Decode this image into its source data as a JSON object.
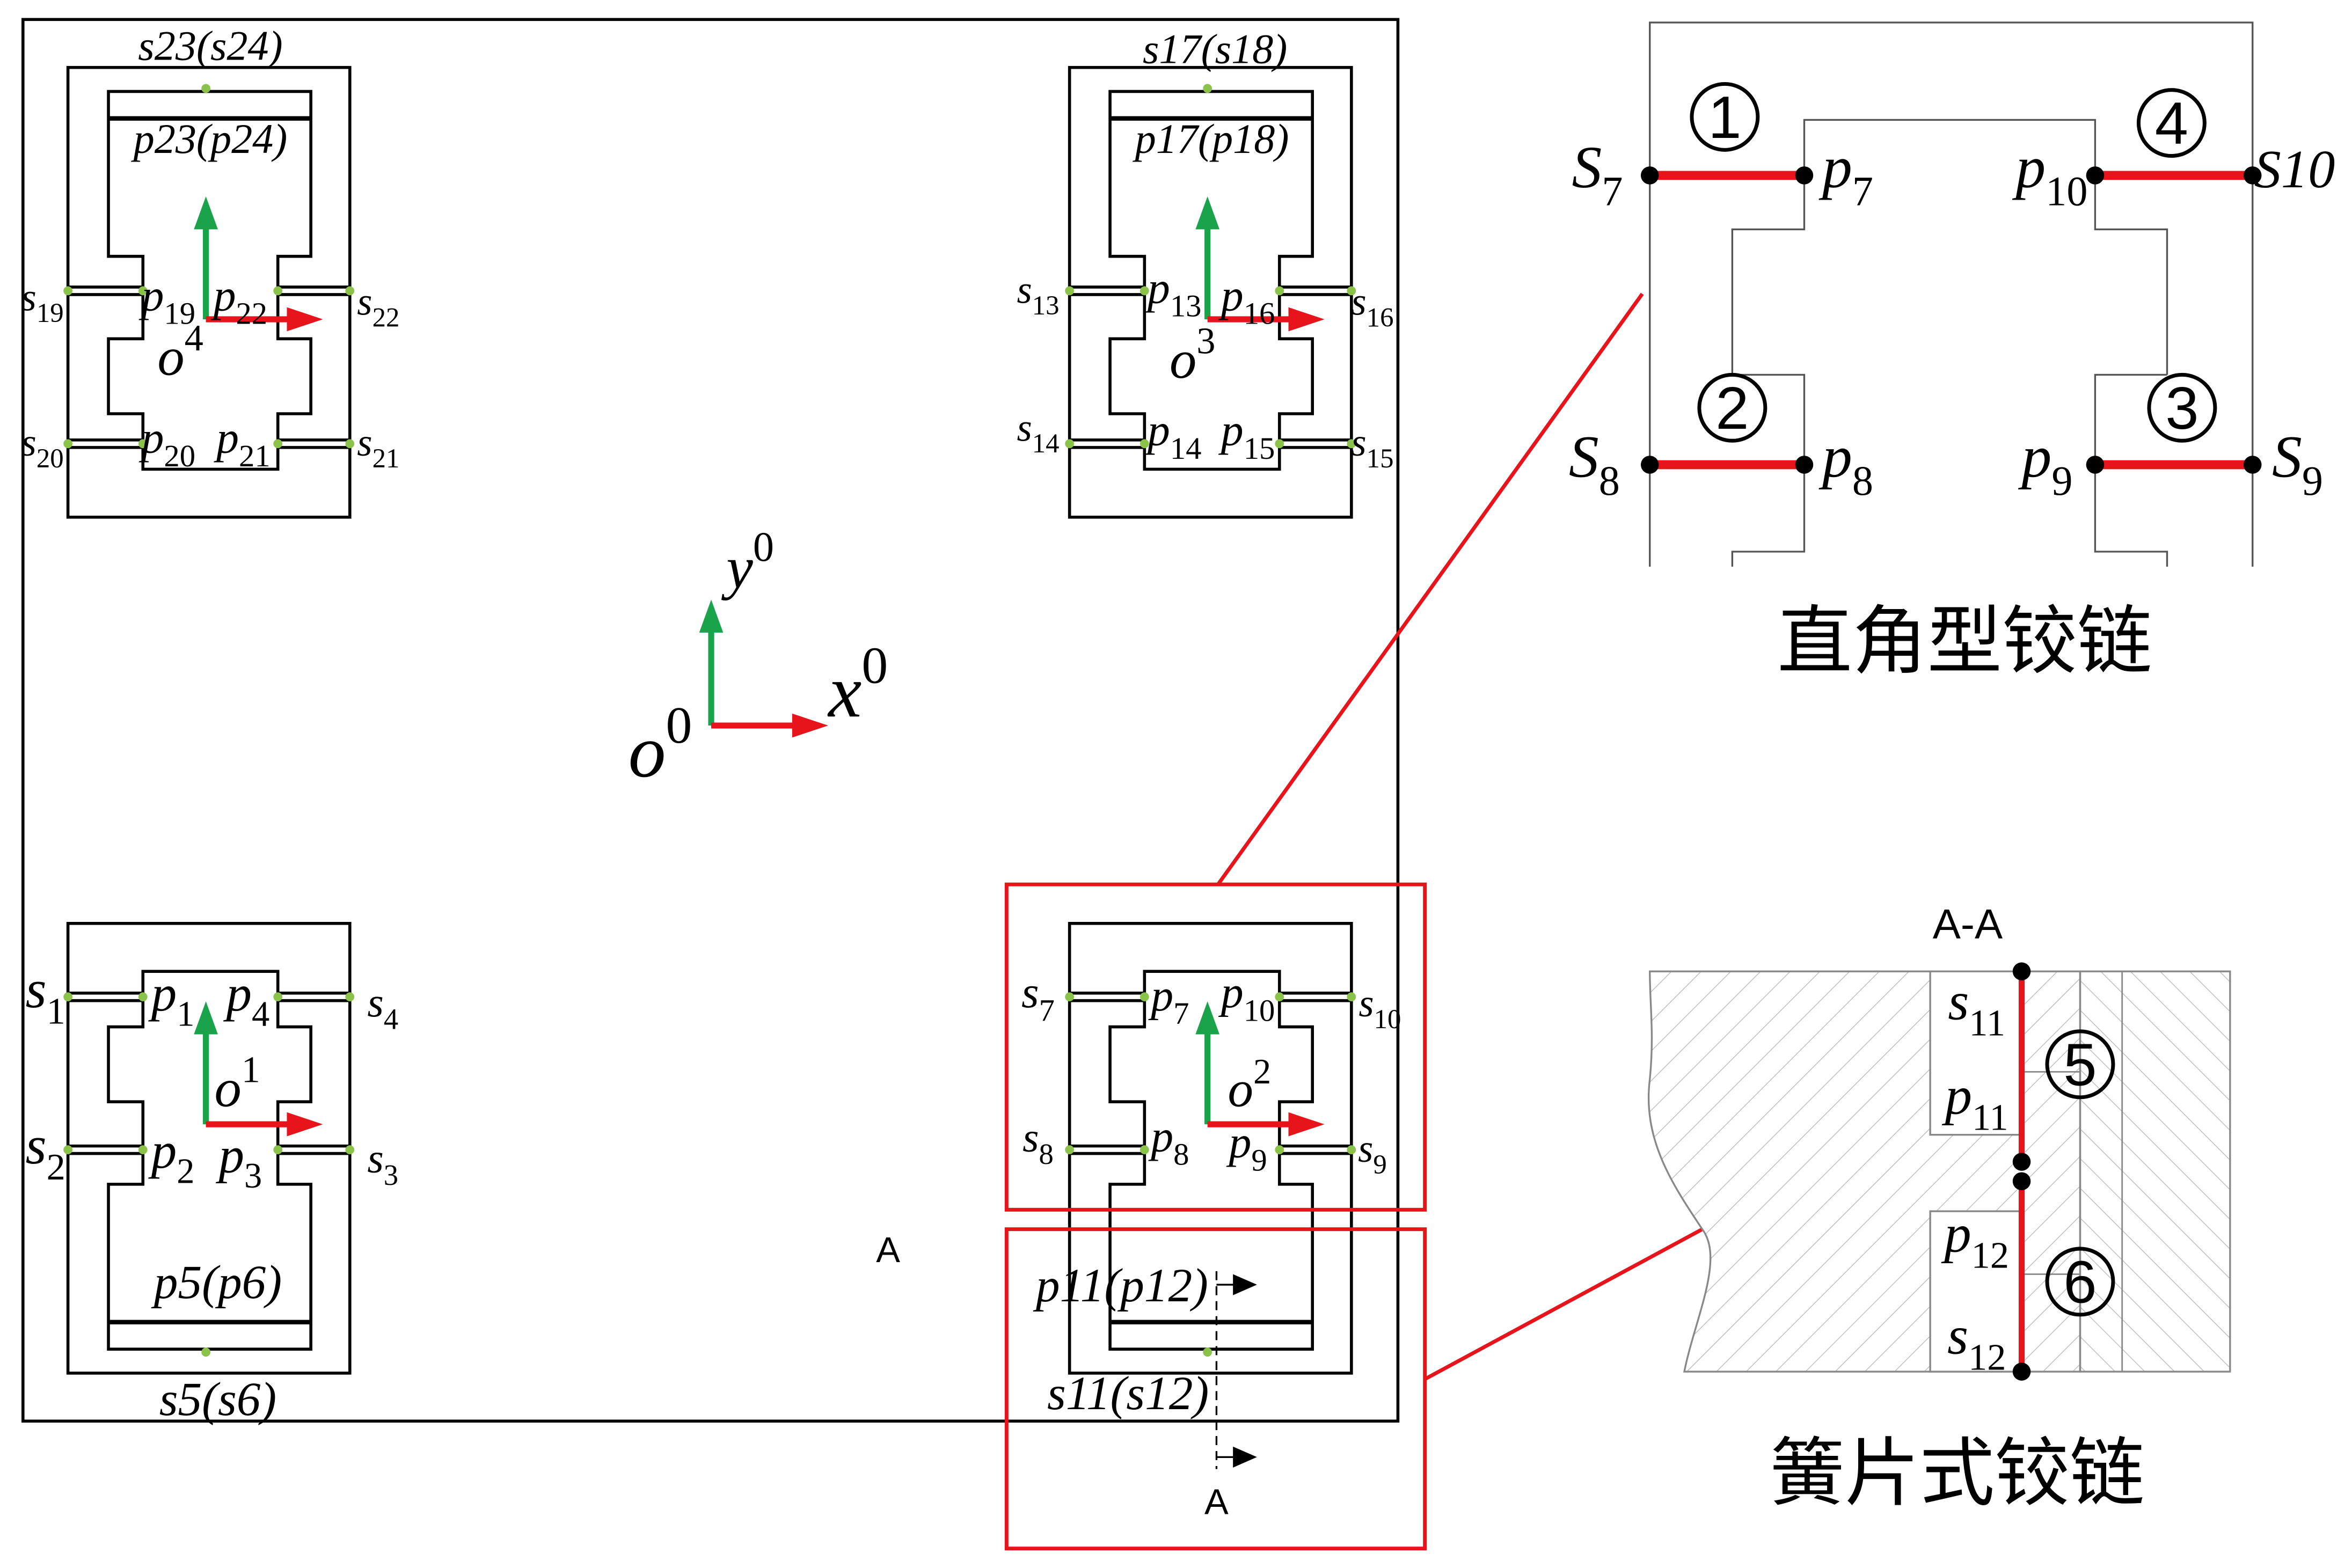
{
  "colors": {
    "x_axis": "#e8141b",
    "y_axis": "#1aa34a",
    "point": "#8bc34a",
    "highlight": "#e8141b"
  },
  "modules": {
    "m4": {
      "labels": [
        "s23(s24)",
        "p23(p24)",
        "s19",
        "p19",
        "p22",
        "s22",
        "o4",
        "s20",
        "p20",
        "p21",
        "s21"
      ]
    },
    "m3": {
      "labels": [
        "s17(s18)",
        "p17(p18)",
        "s13",
        "p13",
        "p16",
        "s16",
        "o3",
        "s14",
        "p14",
        "p15",
        "s15"
      ]
    },
    "m1": {
      "labels": [
        "s1",
        "p1",
        "p4",
        "s4",
        "o1",
        "s2",
        "p2",
        "p3",
        "s3",
        "p5(p6)",
        "s5(s6)"
      ]
    },
    "m2": {
      "labels": [
        "s7",
        "p7",
        "p10",
        "s10",
        "o2",
        "s8",
        "p8",
        "p9",
        "s9",
        "p11(p12)",
        "s11(s12)"
      ]
    }
  },
  "global_frame": {
    "y": "y0",
    "x": "x0",
    "o": "o0"
  },
  "section": {
    "marker": "A",
    "arrow_label": "A",
    "title": "A-A"
  },
  "right_angle_hinge": {
    "caption": "直角型铰链",
    "labels": [
      "S7",
      "p7",
      "p10",
      "S10",
      "S8",
      "p8",
      "p9",
      "S9"
    ],
    "numbers": [
      "1",
      "4",
      "2",
      "3"
    ]
  },
  "leaf_hinge": {
    "caption": "簧片式铰链",
    "labels": [
      "s11",
      "p11",
      "p12",
      "s12"
    ],
    "numbers": [
      "5",
      "6"
    ]
  }
}
